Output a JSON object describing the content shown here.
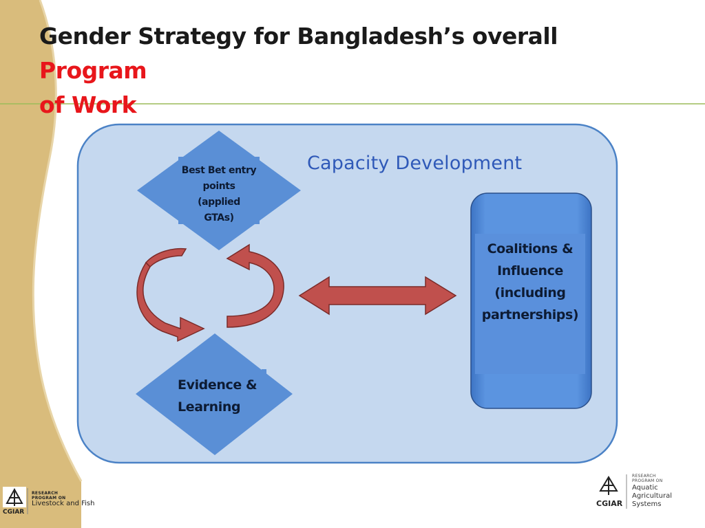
{
  "slide": {
    "title_part1": "Gender Strategy for Bangladesh’s overall ",
    "title_highlight_1": "Program",
    "title_highlight_2": "of Work",
    "highlight_color": "#e8161b"
  },
  "diagram": {
    "container_label": "Capacity Development",
    "best_bet": [
      "Best Bet entry",
      "points",
      "(applied",
      "GTAs)"
    ],
    "evidence": [
      "Evidence &",
      "Learning"
    ],
    "coalitions": [
      "Coalitions &",
      "Influence",
      "(including",
      "partnerships)"
    ]
  },
  "logos": {
    "left": {
      "program_lines": [
        "RESEARCH",
        "PROGRAM ON"
      ],
      "program_name": "Livestock and Fish",
      "org": "CGIAR"
    },
    "right": {
      "program_lines": [
        "RESEARCH",
        "PROGRAM ON"
      ],
      "program_name_lines": [
        "Aquatic",
        "Agricultural",
        "Systems"
      ],
      "org": "CGIAR"
    }
  },
  "colors": {
    "container_fill": "#c5d8ef",
    "container_stroke": "#4b82c6",
    "shape_fill": "#5a8fd6",
    "arrow_fill": "#c0504d",
    "side_band": "#d9bc7c",
    "rule": "#9bbb59"
  }
}
